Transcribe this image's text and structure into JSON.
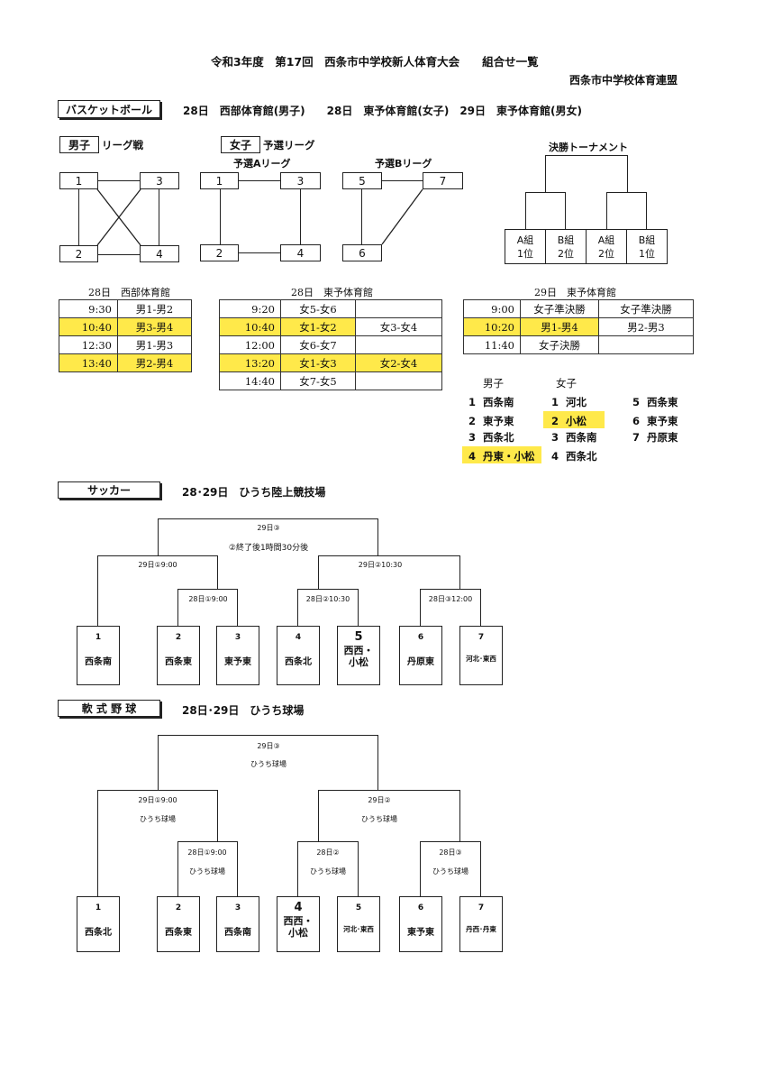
{
  "header": {
    "title": "令和3年度　第17回　西条市中学校新人体育大会　　組合せ一覧",
    "org": "西条市中学校体育連盟"
  },
  "basketball": {
    "section": "バスケットボール",
    "venues": "28日　西部体育館(男子)　　28日　東予体育館(女子)　29日　東予体育館(男女)",
    "boys_tag": "男子",
    "boys_league": "リーグ戦",
    "girls_tag": "女子",
    "girls_prelim": "予選リーグ",
    "league_a": "予選Aリーグ",
    "league_b": "予選Bリーグ",
    "final_title": "決勝トーナメント",
    "boys_nodes": [
      "1",
      "3",
      "2",
      "4"
    ],
    "girls_a_nodes": [
      "1",
      "3",
      "2",
      "4"
    ],
    "girls_b_nodes": [
      "5",
      "7",
      "6"
    ],
    "final_slots": [
      [
        "A組",
        "1位"
      ],
      [
        "B組",
        "2位"
      ],
      [
        "A組",
        "2位"
      ],
      [
        "B組",
        "1位"
      ]
    ],
    "sched1_title": "28日　西部体育館",
    "sched1": [
      [
        "9:30",
        "男1-男2"
      ],
      [
        "10:40",
        "男3-男4"
      ],
      [
        "12:30",
        "男1-男3"
      ],
      [
        "13:40",
        "男2-男4"
      ]
    ],
    "sched2_title": "28日　東予体育館",
    "sched2": [
      [
        "9:20",
        "女5-女6",
        ""
      ],
      [
        "10:40",
        "女1-女2",
        "女3-女4"
      ],
      [
        "12:00",
        "女6-女7",
        ""
      ],
      [
        "13:20",
        "女1-女3",
        "女2-女4"
      ],
      [
        "14:40",
        "女7-女5",
        ""
      ]
    ],
    "sched3_title": "29日　東予体育館",
    "sched3": [
      [
        "9:00",
        "女子準決勝",
        "女子準決勝"
      ],
      [
        "10:20",
        "男1-男4",
        "男2-男3"
      ],
      [
        "11:40",
        "女子決勝",
        ""
      ]
    ],
    "teams_boys_head": "男子",
    "teams_girls_head": "女子",
    "teams_boys": [
      [
        "1",
        "西条南"
      ],
      [
        "2",
        "東予東"
      ],
      [
        "3",
        "西条北"
      ],
      [
        "4",
        "丹東・小松"
      ]
    ],
    "teams_girls": [
      [
        "1",
        "河北"
      ],
      [
        "2",
        "小松"
      ],
      [
        "3",
        "西条南"
      ],
      [
        "4",
        "西条北"
      ]
    ],
    "teams_girls2": [
      [
        "5",
        "西条東"
      ],
      [
        "6",
        "東予東"
      ],
      [
        "7",
        "丹原東"
      ]
    ]
  },
  "soccer": {
    "section": "サッカー",
    "venue": "28･29日　ひうち陸上競技場",
    "final_time": "29日③",
    "final_note": "②終了後1時間30分後",
    "semi_left": "29日①9:00",
    "semi_right": "29日②10:30",
    "q1": "28日①9:00",
    "q2": "28日②10:30",
    "q3": "28日③12:00",
    "teams": [
      [
        "1",
        "西条南"
      ],
      [
        "2",
        "西条東"
      ],
      [
        "3",
        "東予東"
      ],
      [
        "4",
        "西条北"
      ],
      [
        "5",
        "西西・小松"
      ],
      [
        "6",
        "丹原東"
      ],
      [
        "7",
        "河北･東西"
      ]
    ]
  },
  "baseball": {
    "section": "軟 式 野 球",
    "venue": "28日･29日　ひうち球場",
    "final_time": "29日③",
    "final_place": "ひうち球場",
    "semi_left": "29日①9:00",
    "semi_left_place": "ひうち球場",
    "semi_right": "29日②",
    "semi_right_place": "ひうち球場",
    "q1": "28日①9:00",
    "q1_place": "ひうち球場",
    "q2": "28日②",
    "q2_place": "ひうち球場",
    "q3": "28日③",
    "q3_place": "ひうち球場",
    "teams": [
      [
        "1",
        "西条北"
      ],
      [
        "2",
        "西条東"
      ],
      [
        "3",
        "西条南"
      ],
      [
        "4",
        "西西・小松"
      ],
      [
        "5",
        "河北･東西"
      ],
      [
        "6",
        "東予東"
      ],
      [
        "7",
        "丹西･丹東"
      ]
    ]
  }
}
